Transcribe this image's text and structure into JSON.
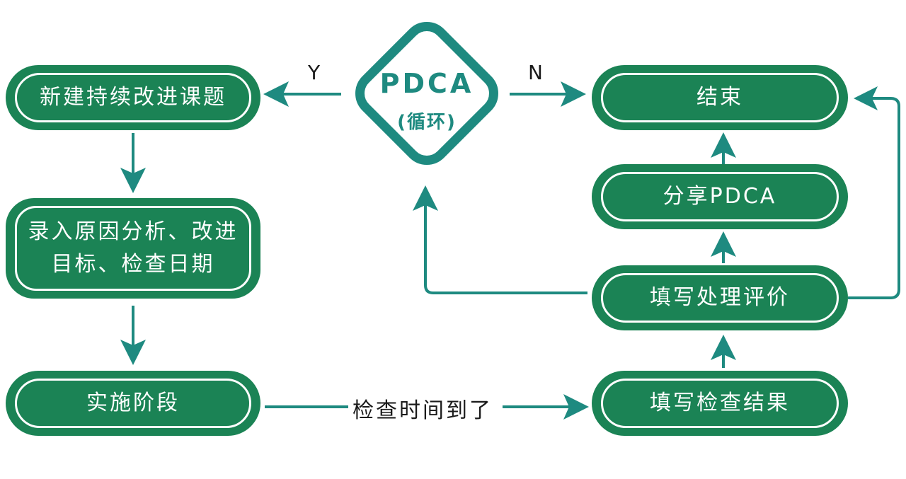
{
  "diagram": {
    "decision": {
      "title": "PDCA",
      "subtitle": "(循环)"
    },
    "nodes": {
      "new_topic": "新建持续改进课题",
      "enter_analysis_line1": "录入原因分析、改进",
      "enter_analysis_line2": "目标、检查日期",
      "implement": "实施阶段",
      "fill_check_result": "填写检查结果",
      "fill_evaluation": "填写处理评价",
      "share_pdca": "分享PDCA",
      "end": "结束"
    },
    "edge_labels": {
      "yes": "Y",
      "no": "N",
      "check_time_reached": "检查时间到了"
    },
    "colors": {
      "node_fill": "#1b8355",
      "connector": "#1e8a80",
      "node_text": "#ffffff"
    }
  }
}
